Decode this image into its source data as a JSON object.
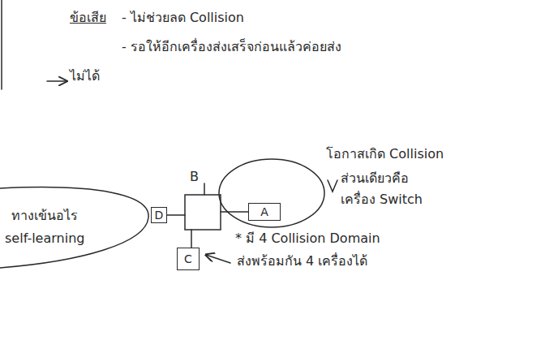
{
  "diagram": {
    "nodes": [
      {
        "text": [
          "D"
        ]
      },
      {
        "text": [
          "A"
        ]
      },
      {
        "text": [
          "C"
        ]
      }
    ],
    "labels": [
      "ข้อเสีย",
      "- ไม่ช่วยลด Collision",
      "- รอให้อีกเครื่องส่งเสร็จก่อนแล้วค่อยส่ง",
      "ไม่ได้",
      "B",
      "โอกาสเกิด Collision",
      "ส่วนเดียวคือ",
      "เครื่อง Switch",
      "* มี 4 Collision Domain",
      "ส่งพร้อมกัน 4 เครื่องได้",
      "ทางเข้นอไร",
      "self-learning"
    ]
  }
}
